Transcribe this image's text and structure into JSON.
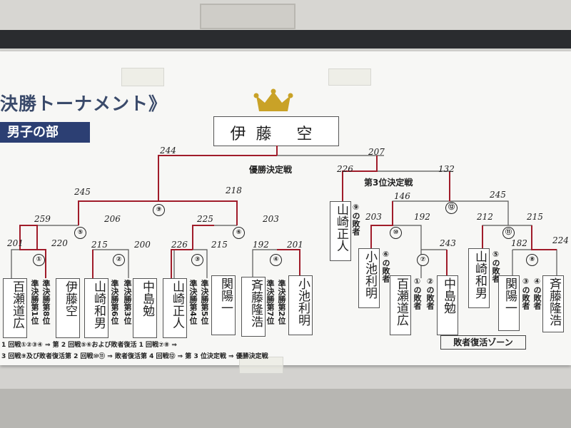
{
  "poster": {
    "title": "決勝トーナメント》",
    "division": "男子の部",
    "champion": "伊藤 空",
    "final_label": "優勝決定戦",
    "third_label": "第3位決定戦",
    "repechage_zone": "敗者復活ゾーン",
    "flow_line_1": "1 回戦①②③④ ⇒ 第 2 回戦⑤⑥および敗者復活 1 回戦⑦⑧ ⇒",
    "flow_line_2": "3 回戦⑨及び敗者復活第 2 回戦⑩⑪ ⇒ 敗者復活第 4 回戦⑫ ⇒ 第 3 位決定戦 ⇒ 優勝決定戦"
  },
  "players": [
    {
      "name": "百瀬道広",
      "seed": "準決勝第1位"
    },
    {
      "name": "伊藤空",
      "seed": "準決勝第8位"
    },
    {
      "name": "山崎和男",
      "seed": "準決勝第6位"
    },
    {
      "name": "中島勉",
      "seed": "準決勝第3位"
    },
    {
      "name": "山崎正人",
      "seed": "準決勝第4位"
    },
    {
      "name": "関陽一",
      "seed": "準決勝第5位"
    },
    {
      "name": "斉藤隆浩",
      "seed": "準決勝第7位"
    },
    {
      "name": "小池利明",
      "seed": "準決勝第2位"
    }
  ],
  "repechage": [
    {
      "name": "山崎正人",
      "note": "⑨の敗者"
    },
    {
      "name": "小池利明",
      "note": "⑥の敗者"
    },
    {
      "name": "百瀬道広",
      "note": "①の敗者"
    },
    {
      "name": "中島勉",
      "note": "②の敗者"
    },
    {
      "name": "山崎和男",
      "note": "⑤の敗者"
    },
    {
      "name": "関陽一",
      "note": "③の敗者"
    },
    {
      "name": "斉藤隆浩",
      "note": "④の敗者"
    }
  ],
  "matches": [
    "①",
    "②",
    "③",
    "④",
    "⑤",
    "⑥",
    "⑦",
    "⑧",
    "⑨",
    "⑩",
    "⑪",
    "⑫"
  ],
  "scores": {
    "r1": [
      "201",
      "220",
      "215",
      "200",
      "226",
      "215",
      "192",
      "201"
    ],
    "r2": [
      "259",
      "206",
      "225",
      "203"
    ],
    "r3": [
      "245",
      "218"
    ],
    "final": [
      "244",
      "207"
    ],
    "rep1": [
      "203",
      "192",
      "243"
    ],
    "rep2": [
      "212",
      "215",
      "182",
      "224"
    ],
    "rep3": [
      "146",
      "245"
    ],
    "third": [
      "226",
      "132"
    ]
  },
  "colors": {
    "winner_line": "#a01c2a",
    "banner": "#2c3f73",
    "crown": "#c9a227"
  }
}
